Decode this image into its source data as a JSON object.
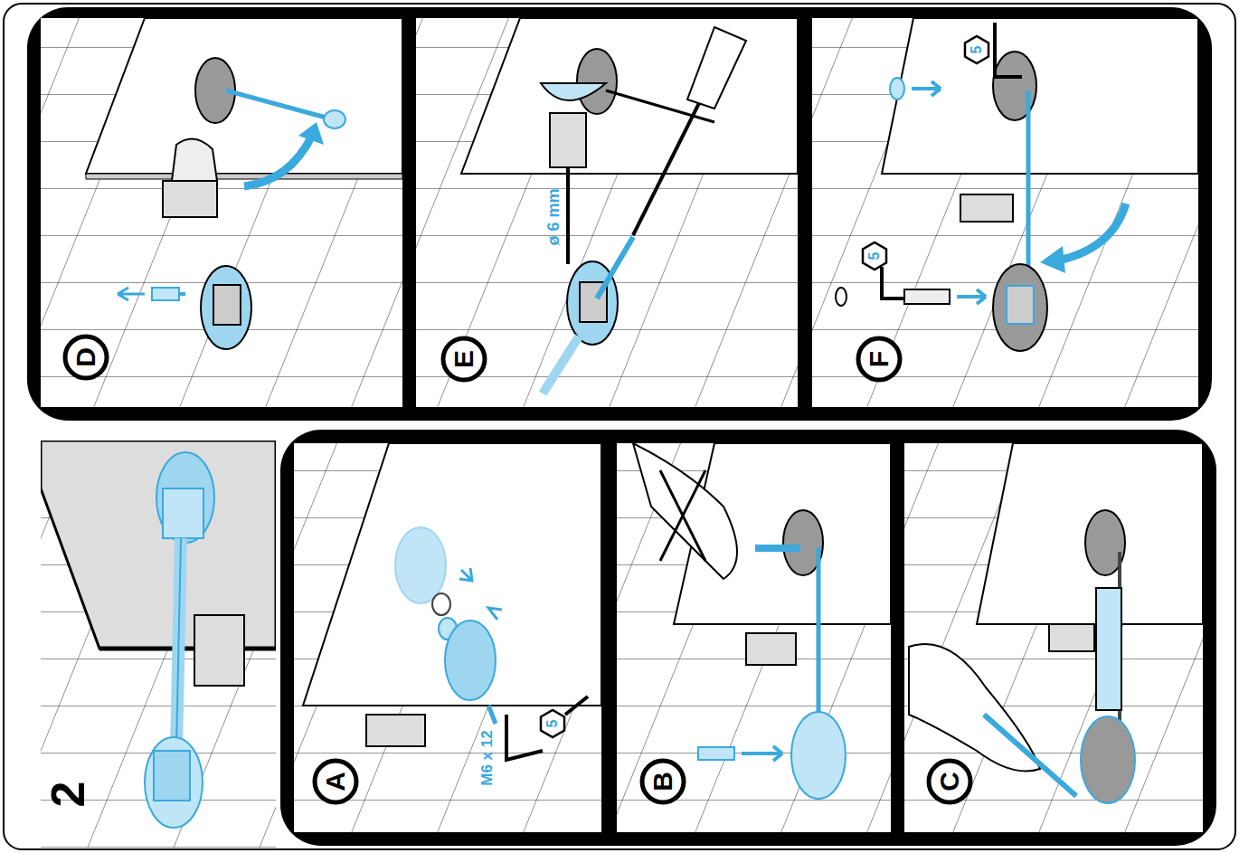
{
  "diagram": {
    "nodes": [
      {
        "text": [
          "D"
        ]
      },
      {
        "text": [
          "E"
        ]
      },
      {
        "text": [
          "5"
        ]
      },
      {
        "text": [
          "5"
        ]
      },
      {
        "text": [
          "F"
        ]
      },
      {
        "text": [
          "A"
        ]
      },
      {
        "text": [
          "5"
        ]
      },
      {
        "text": [
          "B"
        ]
      },
      {
        "text": [
          "C"
        ]
      }
    ],
    "labels": [
      "ø 6 mm",
      "2",
      "M6 x 12"
    ]
  }
}
